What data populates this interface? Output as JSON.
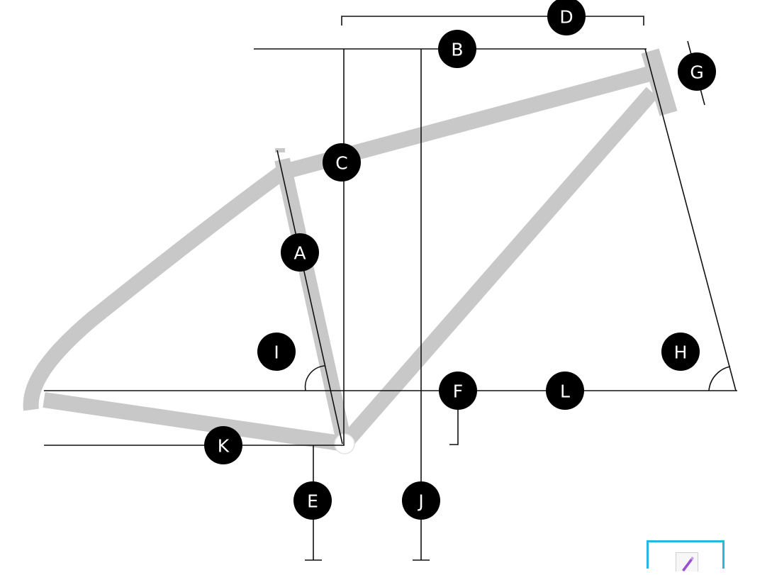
{
  "labels": {
    "A": "A",
    "B": "B",
    "C": "C",
    "D": "D",
    "E": "E",
    "F": "F",
    "G": "G",
    "H": "H",
    "I": "I",
    "J": "J",
    "K": "K",
    "L": "L"
  },
  "colors": {
    "tube": "#c8c8c8",
    "dimension_line": "#111111",
    "badge": "#000000",
    "badge_text": "#ffffff",
    "widget_border": "#27b8df",
    "widget_icon": "#9b4fd0"
  },
  "corner_widget": {
    "icon": "pen-icon"
  }
}
